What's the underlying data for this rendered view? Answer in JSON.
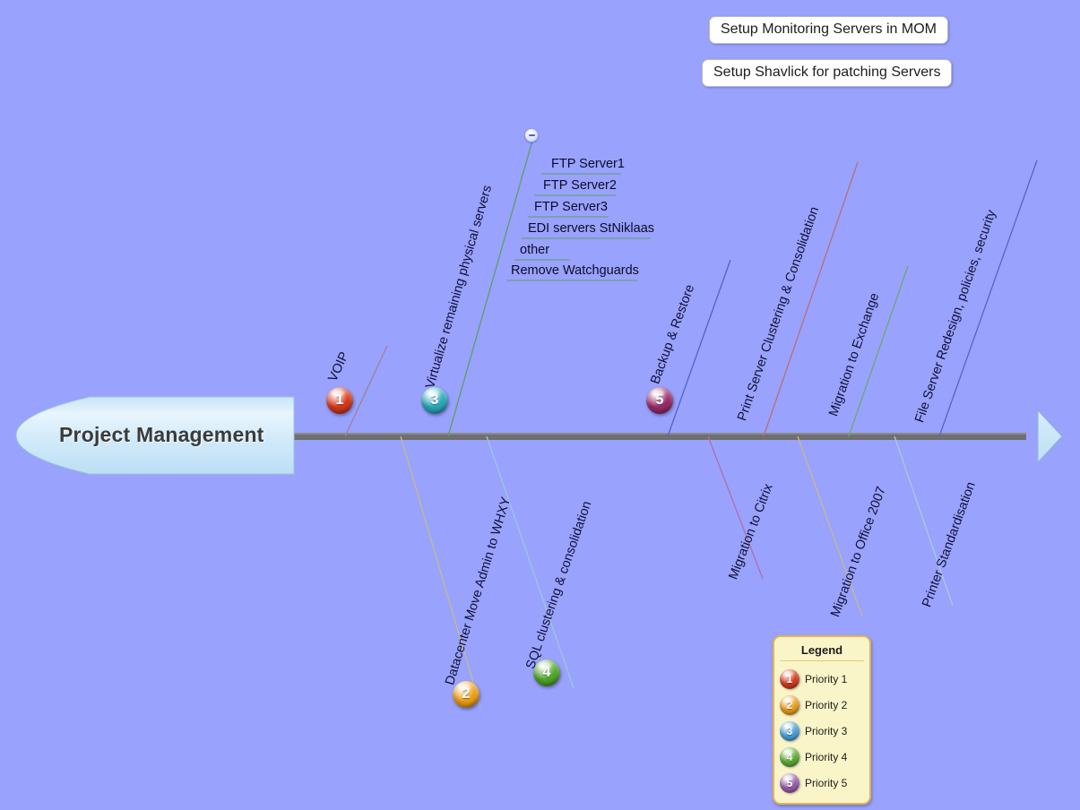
{
  "page": {
    "background_color": "#99a2fd",
    "diagram_type": "fishbone"
  },
  "spine": {
    "color": "#6f6f6f",
    "head_label": "Project Management",
    "head_fill_from": "#d7ecfa",
    "head_fill_to": "#cfe8f8",
    "tail_arrow_label": ""
  },
  "notes": [
    {
      "text": "Setup Monitoring Servers in MOM"
    },
    {
      "text": "Setup Shavlick for patching Servers"
    }
  ],
  "branches_upper": [
    {
      "label": "VOIP",
      "priority": "1",
      "line_color": "#9c8396",
      "badge_color": "#d83a1a"
    },
    {
      "label": "Virtualize remaining physical servers",
      "priority": "3",
      "line_color": "#5f9e63",
      "badge_color": "#2aa9bb",
      "children": [
        {
          "label": "FTP Server1"
        },
        {
          "label": "FTP Server2"
        },
        {
          "label": "FTP Server3"
        },
        {
          "label": "EDI servers StNiklaas"
        },
        {
          "label": "other"
        },
        {
          "label": "Remove Watchguards"
        }
      ]
    },
    {
      "label": "Backup & Restore",
      "priority": "5",
      "line_color": "#5560c8",
      "badge_color": "#9b2a68"
    },
    {
      "label": "Print Server Clustering & Consolidation",
      "priority": "",
      "line_color": "#b5707a",
      "badge_color": ""
    },
    {
      "label": "Migration to Exchange",
      "priority": "",
      "line_color": "#6da86f",
      "badge_color": ""
    },
    {
      "label": "File Server Redesign, policies, security",
      "priority": "",
      "line_color": "#5a63c4",
      "badge_color": ""
    }
  ],
  "branches_lower": [
    {
      "label": "Datacenter Move Admin to WHXY",
      "priority": "2",
      "line_color": "#c3bd8a",
      "badge_color": "#f0a017"
    },
    {
      "label": "SQL clustering & consolidation",
      "priority": "4",
      "line_color": "#9fc6d8",
      "badge_color": "#4fa82a"
    },
    {
      "label": "Migration to Citrix",
      "priority": "",
      "line_color": "#b06fa8",
      "badge_color": ""
    },
    {
      "label": "Migration to Office 2007",
      "priority": "",
      "line_color": "#c3bd8a",
      "badge_color": ""
    },
    {
      "label": "Printer Standardisation",
      "priority": "",
      "line_color": "#a8cbd6",
      "badge_color": ""
    }
  ],
  "legend": {
    "title": "Legend",
    "items": [
      {
        "number": "1",
        "label": "Priority 1",
        "color": "#d83a1a"
      },
      {
        "number": "2",
        "label": "Priority 2",
        "color": "#f0a017"
      },
      {
        "number": "3",
        "label": "Priority 3",
        "color": "#4aa3de"
      },
      {
        "number": "4",
        "label": "Priority 4",
        "color": "#5cb130"
      },
      {
        "number": "5",
        "label": "Priority 5",
        "color": "#9b5fae"
      }
    ]
  },
  "controls": {
    "collapse_icon": "minus-circle-icon"
  }
}
